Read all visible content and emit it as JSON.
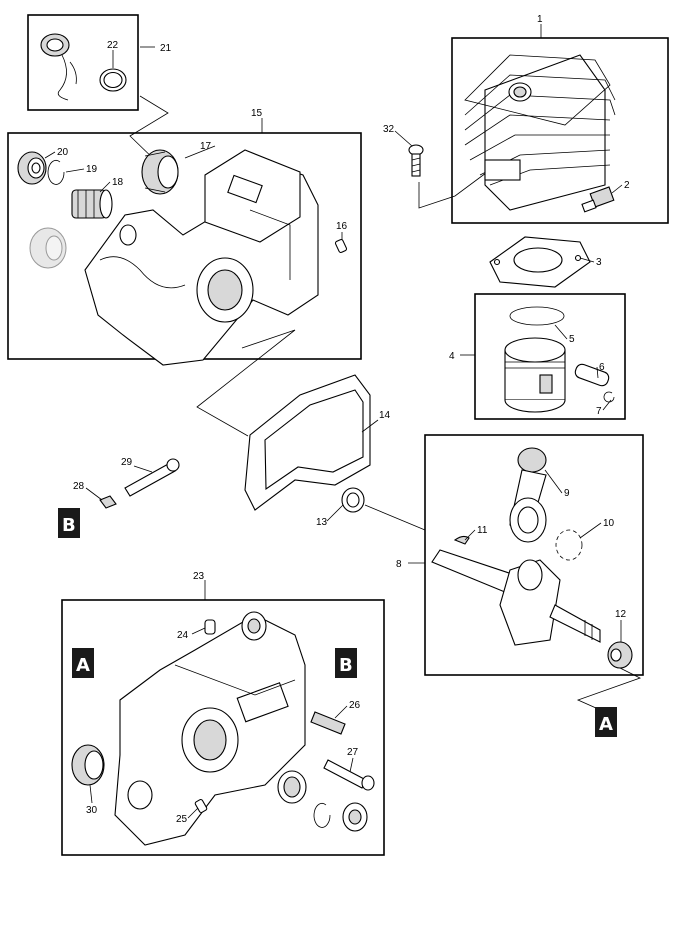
{
  "diagram": {
    "part_labels": {
      "p1": "1",
      "p2": "2",
      "p3": "3",
      "p4": "4",
      "p5": "5",
      "p6": "6",
      "p7": "7",
      "p8": "8",
      "p9": "9",
      "p10": "10",
      "p11": "11",
      "p12": "12",
      "p13": "13",
      "p14": "14",
      "p15": "15",
      "p16": "16",
      "p17": "17",
      "p18": "18",
      "p19": "19",
      "p20": "20",
      "p21": "21",
      "p22": "22",
      "p23": "23",
      "p24": "24",
      "p25": "25",
      "p26": "26",
      "p27": "27",
      "p28": "28",
      "p29": "29",
      "p30": "30",
      "p32": "32"
    },
    "reference_tags": {
      "a": "A",
      "b": "B"
    }
  }
}
